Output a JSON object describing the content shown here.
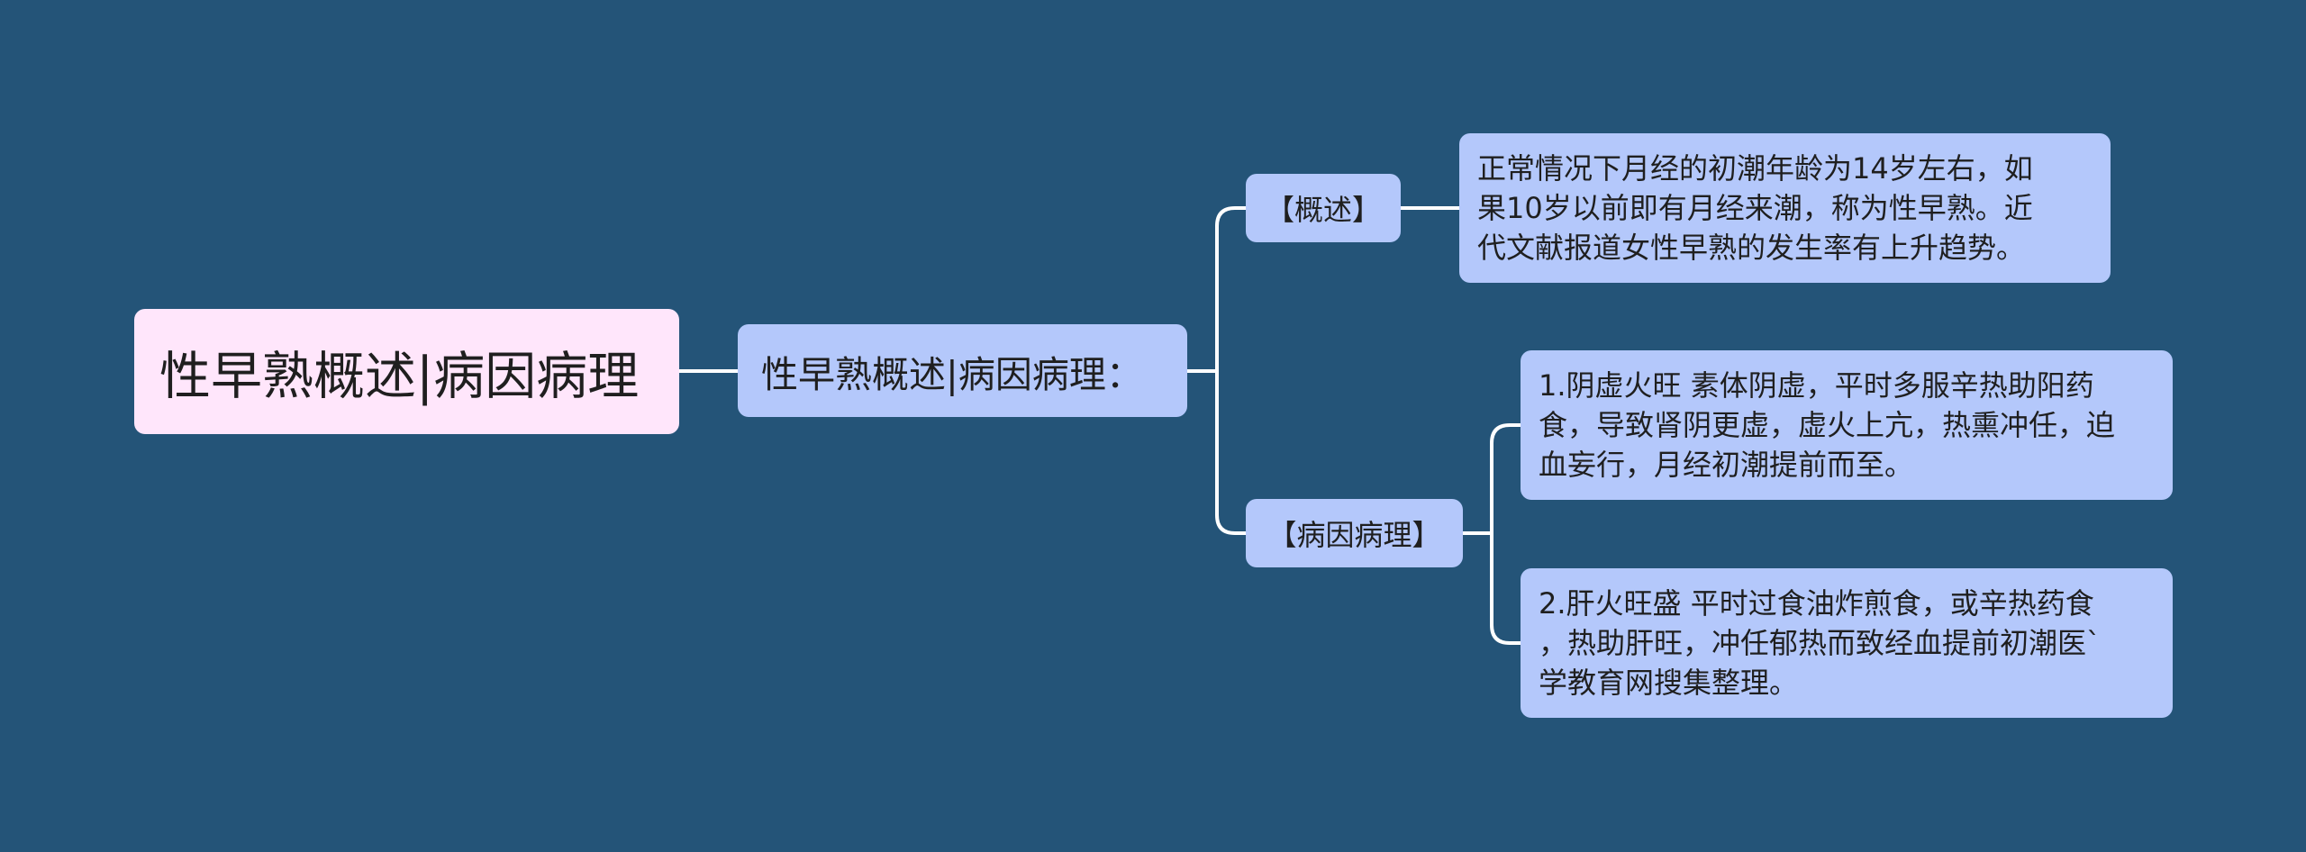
{
  "mindmap": {
    "root": {
      "label": "性早熟概述|病因病理"
    },
    "branch": {
      "label": "性早熟概述|病因病理："
    },
    "overview": {
      "label": "【概述】",
      "text": "正常情况下月经的初潮年龄为14岁左右，如果10岁以前即有月经来潮，称为性早熟。近代文献报道女性早熟的发生率有上升趋势。",
      "lines": [
        "正常情况下月经的初潮年龄为14岁左右，如",
        "果10岁以前即有月经来潮，称为性早熟。近",
        "代文献报道女性早熟的发生率有上升趋势。"
      ]
    },
    "cause": {
      "label": "【病因病理】",
      "items": [
        {
          "text": "1.阴虚火旺 素体阴虚，平时多服辛热助阳药食，导致肾阴更虚，虚火上亢，热熏冲任，迫血妄行，月经初潮提前而至。",
          "lines": [
            "1.阴虚火旺 素体阴虚，平时多服辛热助阳药",
            "食，导致肾阴更虚，虚火上亢，热熏冲任，迫",
            "血妄行，月经初潮提前而至。"
          ]
        },
        {
          "text": "2.肝火旺盛 平时过食油炸煎食，或辛热药食，热助肝旺，冲任郁热而致经血提前初潮医`学教育网搜集整理。",
          "lines": [
            "2.肝火旺盛 平时过食油炸煎食，或辛热药食",
            "，热助肝旺，冲任郁热而致经血提前初潮医`",
            "学教育网搜集整理。"
          ]
        }
      ]
    }
  },
  "colors": {
    "background": "#245478",
    "root_fill": "#ffe6fb",
    "node_fill": "#b4c8fb",
    "connector": "#ffffff"
  }
}
